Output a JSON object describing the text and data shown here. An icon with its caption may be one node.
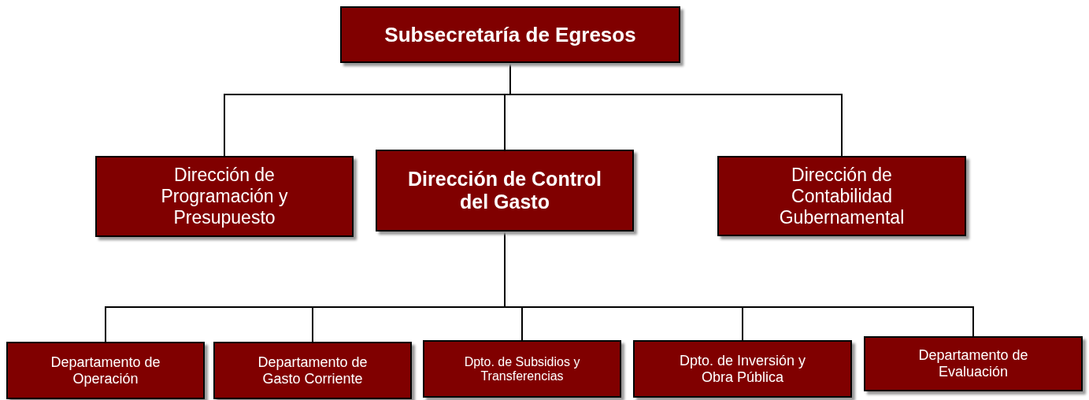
{
  "diagram": {
    "nodes": [
      {
        "text": [
          "Subsecretaría de Egresos"
        ]
      },
      {
        "text": [
          "Dirección de Programación y Presupuesto"
        ]
      },
      {
        "text": [
          "Dirección de Control del Gasto"
        ]
      },
      {
        "text": [
          "Dirección de Contabilidad Gubernamental"
        ]
      },
      {
        "text": [
          "Departamento de Operación"
        ]
      },
      {
        "text": [
          "Departamento de Gasto Corriente"
        ]
      },
      {
        "text": [
          "Dpto. de Subsidios y Transferencias"
        ]
      },
      {
        "text": [
          "Dpto. de Inversión y Obra Pública"
        ]
      },
      {
        "text": [
          "Departamento de Evaluación"
        ]
      }
    ],
    "edges": [
      {
        "from": 0,
        "to": 1,
        "arrow": "none"
      },
      {
        "from": 0,
        "to": 2,
        "arrow": "none"
      },
      {
        "from": 0,
        "to": 3,
        "arrow": "none"
      },
      {
        "from": 2,
        "to": 4,
        "arrow": "none"
      },
      {
        "from": 2,
        "to": 5,
        "arrow": "none"
      },
      {
        "from": 2,
        "to": 6,
        "arrow": "none"
      },
      {
        "from": 2,
        "to": 7,
        "arrow": "none"
      },
      {
        "from": 2,
        "to": 8,
        "arrow": "none"
      }
    ]
  }
}
